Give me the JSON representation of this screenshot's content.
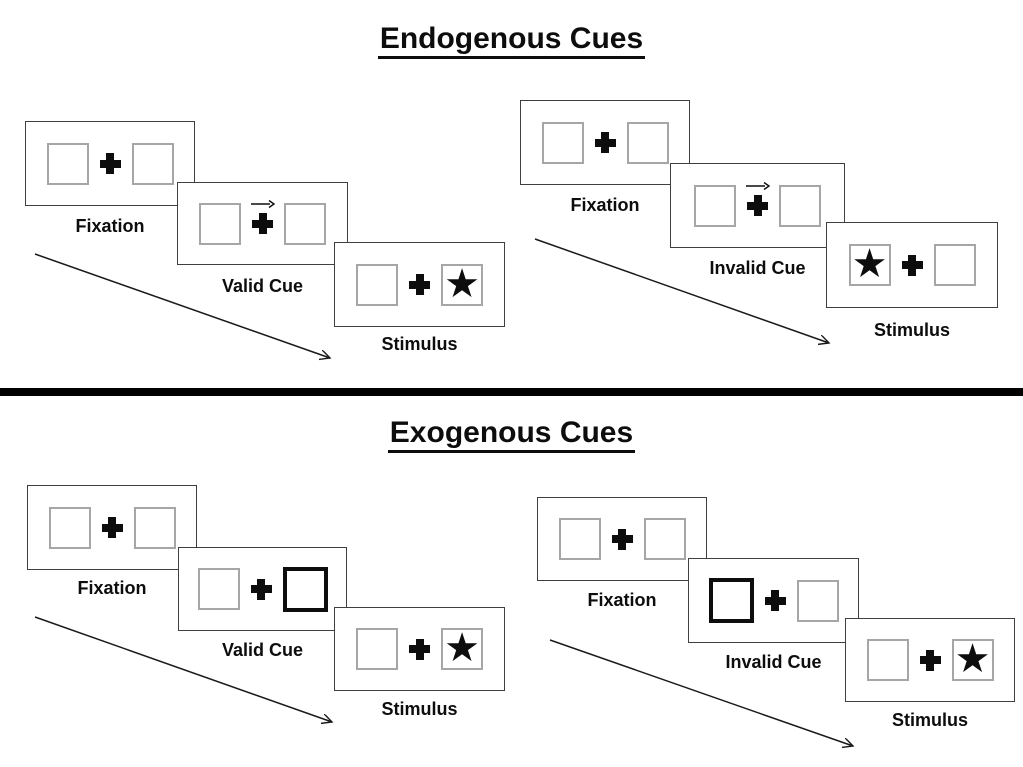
{
  "icons": {
    "star": "★"
  },
  "colors": {
    "ink": "#000000",
    "panel_border": "#3f3f3f",
    "placeholder_box_border": "#a6a6a6",
    "cue_highlight_border": "#000000",
    "divider": "#000000"
  },
  "sections": [
    {
      "id": "endogenous",
      "title": "Endogenous Cues",
      "cue_style": "central arrow above fixation cross",
      "groups": [
        {
          "id": "valid",
          "panels": [
            {
              "label": "Fixation",
              "left_box": "empty",
              "right_box": "empty",
              "cue": "none"
            },
            {
              "label": "Valid Cue",
              "left_box": "empty",
              "right_box": "empty",
              "cue": "arrow-right-above-cross"
            },
            {
              "label": "Stimulus",
              "left_box": "empty",
              "right_box": "star",
              "cue": "none"
            }
          ]
        },
        {
          "id": "invalid",
          "panels": [
            {
              "label": "Fixation",
              "left_box": "empty",
              "right_box": "empty",
              "cue": "none"
            },
            {
              "label": "Invalid Cue",
              "left_box": "empty",
              "right_box": "empty",
              "cue": "arrow-right-above-cross"
            },
            {
              "label": "Stimulus",
              "left_box": "star",
              "right_box": "empty",
              "cue": "none"
            }
          ]
        }
      ]
    },
    {
      "id": "exogenous",
      "title": "Exogenous Cues",
      "cue_style": "bold highlighted peripheral box",
      "groups": [
        {
          "id": "valid",
          "panels": [
            {
              "label": "Fixation",
              "left_box": "empty",
              "right_box": "empty",
              "cue": "none"
            },
            {
              "label": "Valid Cue",
              "left_box": "empty",
              "right_box": "bold-outline",
              "cue": "right-box-highlight"
            },
            {
              "label": "Stimulus",
              "left_box": "empty",
              "right_box": "star",
              "cue": "none"
            }
          ]
        },
        {
          "id": "invalid",
          "panels": [
            {
              "label": "Fixation",
              "left_box": "empty",
              "right_box": "empty",
              "cue": "none"
            },
            {
              "label": "Invalid Cue",
              "left_box": "bold-outline",
              "right_box": "empty",
              "cue": "left-box-highlight"
            },
            {
              "label": "Stimulus",
              "left_box": "empty",
              "right_box": "star",
              "cue": "none"
            }
          ]
        }
      ]
    }
  ]
}
